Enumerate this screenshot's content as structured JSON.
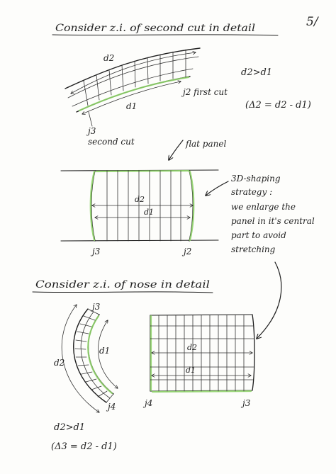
{
  "page_number": "5/",
  "section1": {
    "heading": "Consider z.i. of second cut in detail",
    "d2_label": "d2",
    "d1_label": "d1",
    "j2_label": "j2 first cut",
    "j3_label": "j3",
    "second_cut_label": "second cut",
    "ineq": "d2>d1",
    "delta": "(Δ2 = d2 - d1)"
  },
  "panel": {
    "flat_panel_label": "flat panel",
    "d2_label": "d2",
    "d1_label": "d1",
    "j3_label": "j3",
    "j2_label": "j2",
    "strategy_lines": [
      "3D-shaping",
      "strategy :",
      "we enlarge the",
      "panel in it's central",
      "part to avoid",
      "stretching"
    ]
  },
  "section2": {
    "heading": "Consider z.i. of nose in detail",
    "j3_label": "j3",
    "j4_label": "j4",
    "d2_label": "d2",
    "d1_label": "d1",
    "ineq": "d2>d1",
    "delta": "(Δ3 = d2 - d1)",
    "panel_d2_label": "d2",
    "panel_d1_label": "d1",
    "panel_j4_label": "j4",
    "panel_j3_label": "j3"
  },
  "colors": {
    "ink": "#1e1e1e",
    "highlight": "#8fd36a",
    "paper": "#fdfdfb"
  }
}
